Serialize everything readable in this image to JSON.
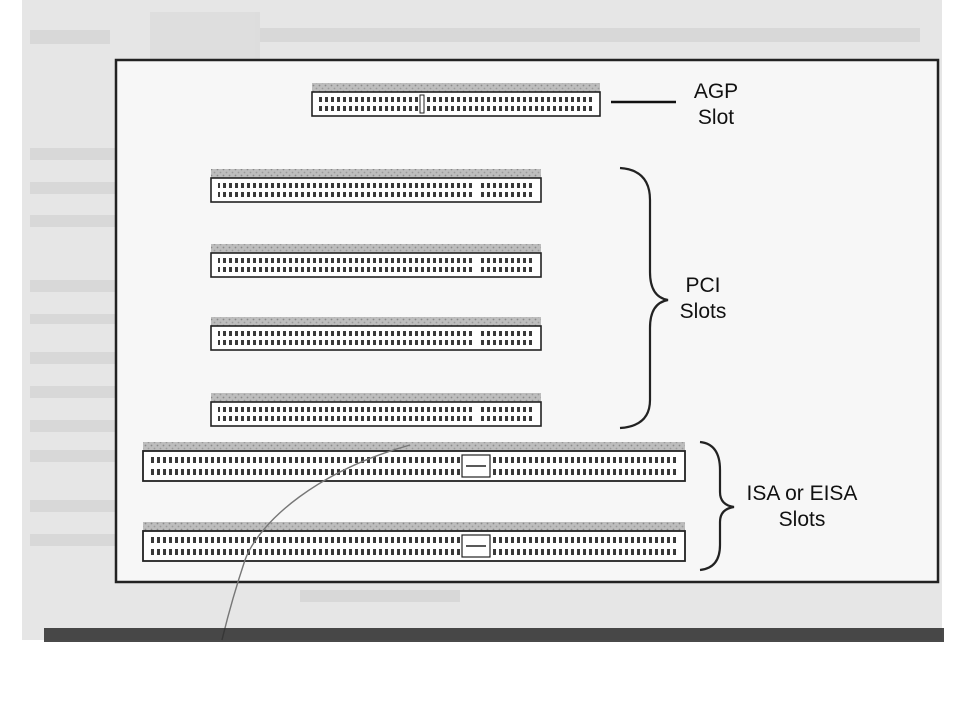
{
  "diagram": {
    "labels": {
      "agp": [
        "AGP",
        "Slot"
      ],
      "pci": [
        "PCI",
        "Slots"
      ],
      "isa": [
        "ISA or EISA",
        "Slots"
      ]
    }
  }
}
